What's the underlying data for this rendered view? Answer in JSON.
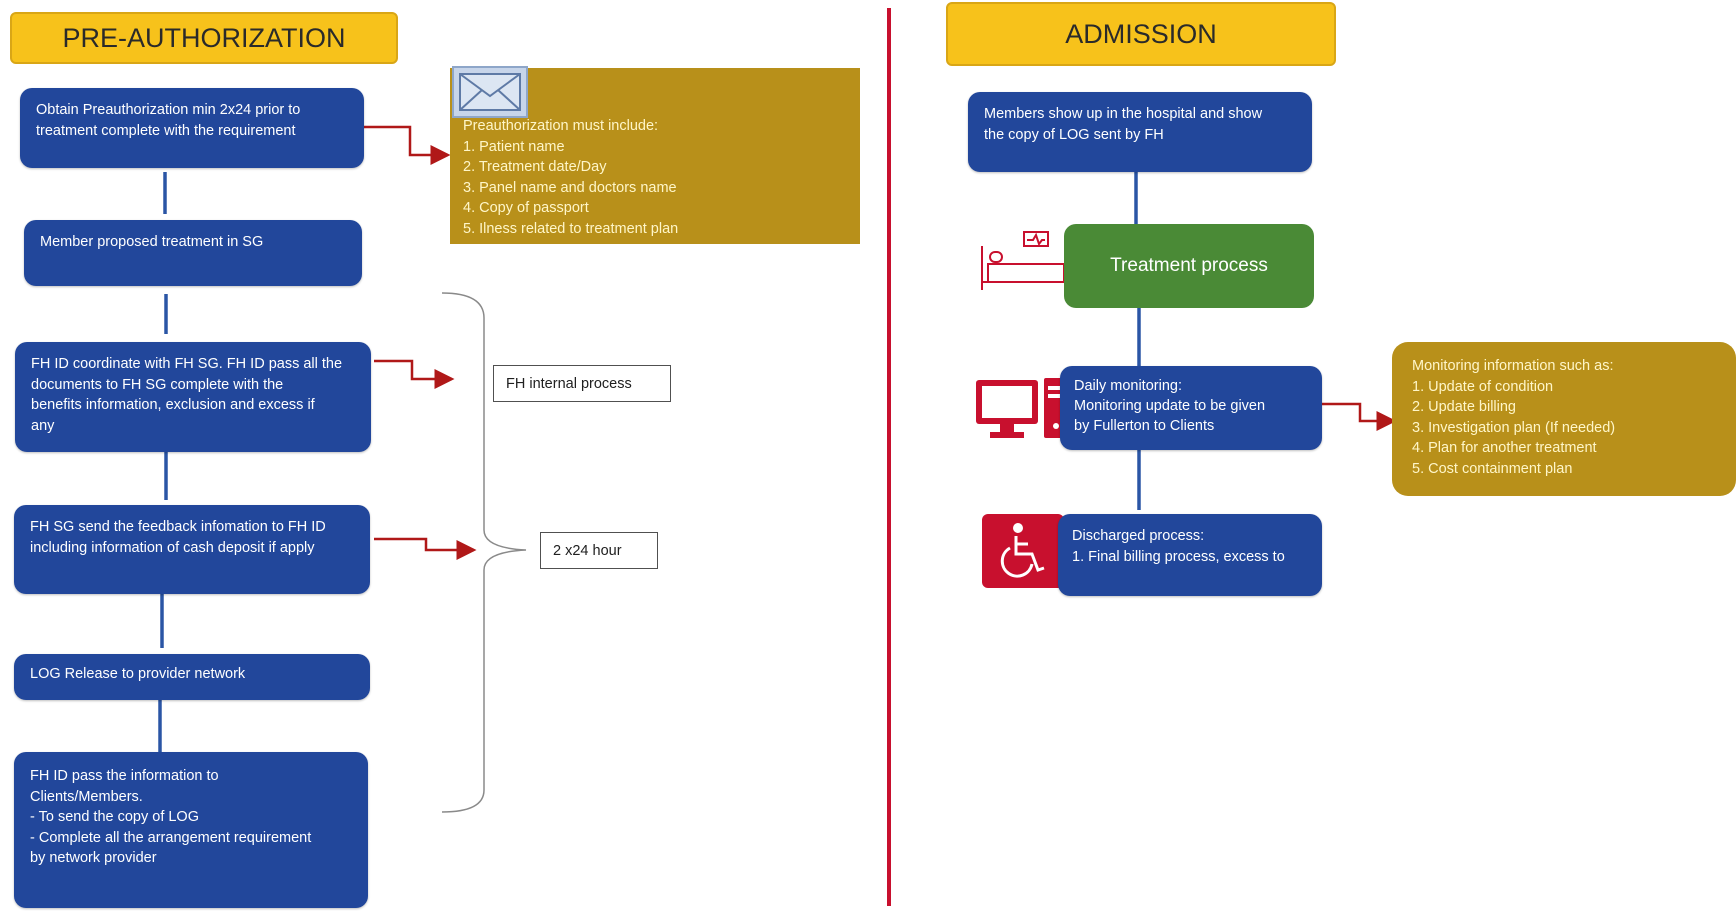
{
  "colors": {
    "blue": "#22479b",
    "gold": "#b8901a",
    "green": "#4a8a36",
    "header": "#f7c21b",
    "red": "#c8102e",
    "arrow": "#2a55a5"
  },
  "pre_authorization": {
    "header": "PRE-AUTHORIZATION",
    "step1": {
      "lines": [
        "Obtain Preauthorization min 2x24 prior to",
        "treatment  complete with the requirement"
      ]
    },
    "requirements": {
      "icon": "envelope-icon",
      "title": "Preauthorization must include:",
      "items": [
        "1. Patient name",
        "2. Treatment date/Day",
        "3. Panel name and doctors name",
        "4. Copy of passport",
        "5. Ilness related to treatment plan"
      ]
    },
    "step2": {
      "lines": [
        "Member proposed treatment in SG"
      ]
    },
    "step3": {
      "lines": [
        "FH ID coordinate with FH SG. FH ID pass all the",
        "documents to FH SG complete with the",
        "benefits information, exclusion and excess if",
        "any"
      ]
    },
    "step4": {
      "lines": [
        "FH SG send the feedback infomation to FH ID",
        "including information of cash deposit if apply"
      ]
    },
    "step5": {
      "lines": [
        "LOG Release to provider network"
      ]
    },
    "step6": {
      "lines": [
        "FH ID pass the information to",
        "Clients/Members.",
        "- To send the copy of LOG",
        "- Complete all the arrangement requirement",
        "by network provider"
      ]
    },
    "internal_process_label": "FH internal process",
    "duration_label": "2 x24 hour"
  },
  "admission": {
    "header": "ADMISSION",
    "step1": {
      "lines": [
        "Members show up in the hospital and show",
        "the copy of LOG sent by FH"
      ]
    },
    "treatment": {
      "label": "Treatment process",
      "icon": "hospital-bed-icon"
    },
    "monitoring": {
      "icon": "computer-monitor-icon",
      "lines": [
        "Daily monitoring:",
        "Monitoring update to be given",
        "by Fullerton to Clients"
      ]
    },
    "monitoring_info": {
      "title": "Monitoring information such as:",
      "items": [
        "1. Update of condition",
        "2. Update billing",
        "3. Investigation plan (If needed)",
        "4. Plan for another treatment",
        "5. Cost containment plan"
      ]
    },
    "discharge": {
      "icon": "wheelchair-icon",
      "lines": [
        "Discharged process:",
        "1. Final billing process, excess to"
      ]
    }
  }
}
